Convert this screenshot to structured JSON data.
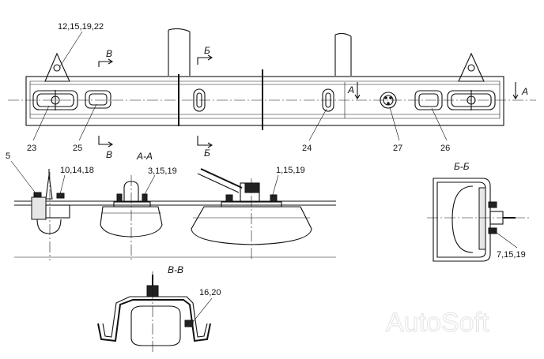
{
  "callouts": {
    "p12_15_19_22": "12,15,19,22",
    "p23": "23",
    "p25": "25",
    "p24": "24",
    "p27": "27",
    "p26": "26",
    "p5": "5",
    "p10_14_18": "10,14,18",
    "p3_15_19": "3,15,19",
    "p1_15_19": "1,15,19",
    "p7_15_19": "7,15,19",
    "p16_20": "16,20"
  },
  "section_marks": {
    "v_top": "В",
    "v_bottom": "В",
    "b_top": "Б",
    "b_bottom": "Б",
    "a_left": "А",
    "a_right": "А"
  },
  "section_titles": {
    "aa": "А-А",
    "bb": "Б-Б",
    "vv": "В-В"
  },
  "watermark": "AutoSoft"
}
